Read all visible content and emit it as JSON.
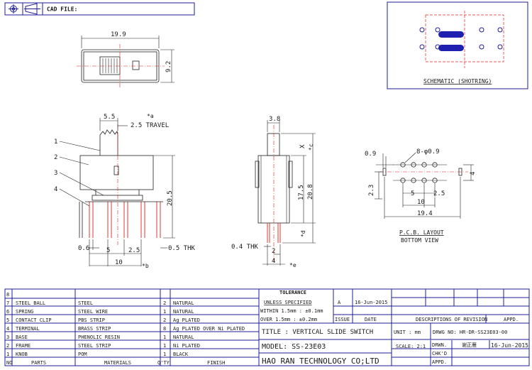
{
  "header": {
    "cad_file_label": "CAD FILE:"
  },
  "schematic": {
    "label": "SCHEMATIC (SHOTRING)"
  },
  "top_view": {
    "dim_width": "19.9",
    "dim_height": "9.2"
  },
  "front_view": {
    "dim_pitch": "5.5",
    "dim_travel": "2.5 TRAVEL",
    "mark_a": "*a",
    "dim_height": "20.5",
    "dim_pin_w": "0.6",
    "dim_5": "5",
    "dim_2_5": "2.5",
    "dim_thk": "0.5 THK",
    "dim_10": "10",
    "mark_b": "*b",
    "leaders": [
      "1",
      "2",
      "3",
      "4"
    ]
  },
  "side_view": {
    "dim_top": "3.8",
    "mark_x": "X",
    "mark_c": "*c",
    "dim_17_5": "17.5",
    "dim_20_8": "20.8",
    "mark_d": "*d",
    "dim_thk": "0.4 THK",
    "dim_2": "2",
    "dim_4": "4",
    "mark_e": "*e"
  },
  "pcb": {
    "dim_0_9": "0.9",
    "dim_holes": "8-φ0.9",
    "dim_4": "4",
    "dim_2_3": "2.3",
    "dim_5": "5",
    "dim_2_5": "2.5",
    "dim_10": "10",
    "dim_19_4": "19.4",
    "label_1": "P.C.B. LAYOUT",
    "label_2": "BOTTOM VIEW"
  },
  "bom": {
    "rows": [
      {
        "no": "8",
        "part": "",
        "material": "",
        "qty": "",
        "finish": ""
      },
      {
        "no": "7",
        "part": "STEEL BALL",
        "material": "STEEL",
        "qty": "2",
        "finish": "NATURAL"
      },
      {
        "no": "6",
        "part": "SPRING",
        "material": "STEEL WIRE",
        "qty": "1",
        "finish": "NATURAL"
      },
      {
        "no": "5",
        "part": "CONTACT CLIP",
        "material": "PBS STRIP",
        "qty": "2",
        "finish": "Ag PLATED"
      },
      {
        "no": "4",
        "part": "TERMINAL",
        "material": "BRASS STRIP",
        "qty": "8",
        "finish": "Ag PLATED OVER Ni PLATED"
      },
      {
        "no": "3",
        "part": "BASE",
        "material": "PHENOLIC RESIN",
        "qty": "1",
        "finish": "NATURAL"
      },
      {
        "no": "2",
        "part": "FRAME",
        "material": "STEEL STRIP",
        "qty": "1",
        "finish": "Ni PLATED"
      },
      {
        "no": "1",
        "part": "KNOB",
        "material": "POM",
        "qty": "1",
        "finish": "BLACK"
      }
    ],
    "headers": {
      "no": "NO",
      "part": "PARTS",
      "material": "MATERIALS",
      "qty": "Q'TY",
      "finish": "FINISH"
    }
  },
  "tolerance": {
    "title": "TOLERANCE",
    "line1": "UNLESS  SPECIFIED",
    "line2": "WITHIN 1.5mm : ±0.1mm",
    "line3": "OVER 1.5mm : ±0.2mm"
  },
  "revision": {
    "rev": "A",
    "date": "16-Jun-2015",
    "h_issue": "ISSUE",
    "h_date": "DATE",
    "h_desc": "DESCRIPTIONS OF REVISION",
    "h_appd": "APPD."
  },
  "title_block": {
    "title": "TITLE : VERTICAL SLIDE SWITCH",
    "unit": "UNIT :  mm",
    "drwg_no": "DRWG NO:  HR-DR-SS23E03-00",
    "drwn_label": "DRWN.",
    "drwn_name": "谢正雁",
    "drwn_date": "16-Jun-2015",
    "model": "MODEL: SS-23E03",
    "scale": "SCALE:  2:1",
    "chkd": "CHK'D",
    "company": "HAO RAN TECHNOLOGY CO;LTD",
    "appd": "APPD."
  }
}
